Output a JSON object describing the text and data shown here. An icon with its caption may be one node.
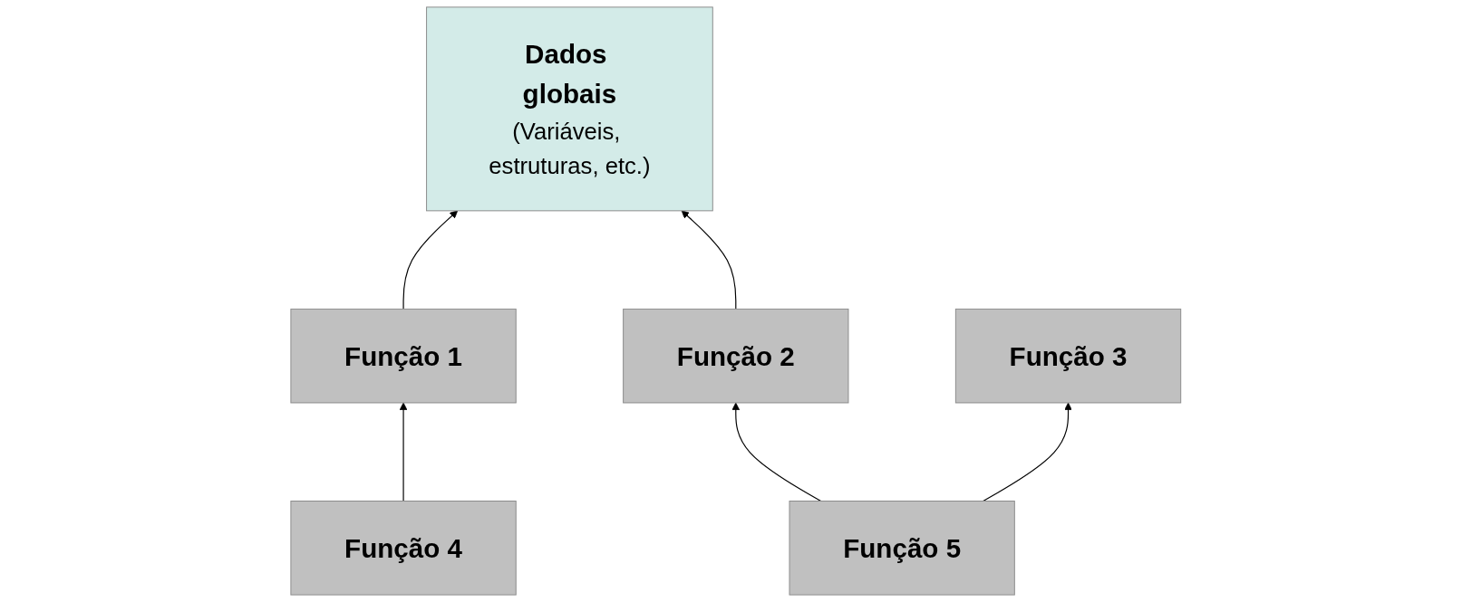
{
  "diagram": {
    "nodes": [
      {
        "text": [
          "Dados globais",
          "(Variáveis, estruturas, etc.)"
        ]
      },
      {
        "text": [
          "Função 1"
        ]
      },
      {
        "text": [
          "Função 2"
        ]
      },
      {
        "text": [
          "Função 3"
        ]
      },
      {
        "text": [
          "Função 4"
        ]
      },
      {
        "text": [
          "Função 5"
        ]
      }
    ],
    "edges": [
      {
        "from": 1,
        "to": 0,
        "arrow": "to"
      },
      {
        "from": 2,
        "to": 0,
        "arrow": "to"
      },
      {
        "from": 4,
        "to": 1,
        "arrow": "to"
      },
      {
        "from": 5,
        "to": 2,
        "arrow": "to"
      },
      {
        "from": 5,
        "to": 3,
        "arrow": "to"
      }
    ]
  }
}
